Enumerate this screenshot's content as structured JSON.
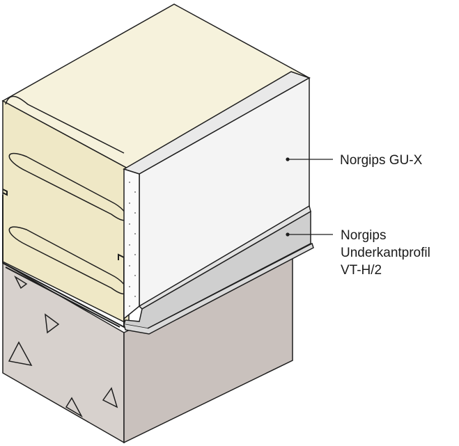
{
  "callouts": {
    "gypsum_board": {
      "text": "Norgips GU-X"
    },
    "edge_profile": {
      "lines": [
        "Norgips",
        "Underkantprofil",
        "VT-H/2"
      ]
    }
  },
  "colors": {
    "insulation_top": "#f6f2dc",
    "insulation_side": "#efe8c6",
    "board_face": "#f4f4f4",
    "board_top": "#e9e9e9",
    "board_edge": "#fafafa",
    "profile_face": "#cfcfcf",
    "profile_light": "#e2e2e2",
    "concrete_front": "#c9c1bd",
    "concrete_side": "#d7d1cd",
    "outline": "#1e1e1e"
  }
}
